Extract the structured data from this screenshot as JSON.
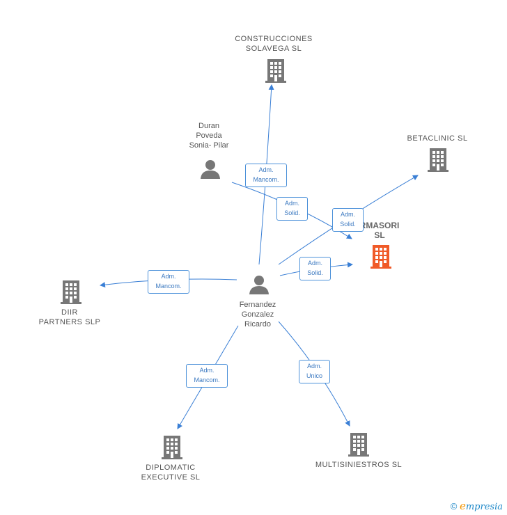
{
  "nodes": {
    "construcciones": "CONSTRUCCIONES\nSOLAVEGA  SL",
    "duran": "Duran\nPoveda\nSonia- Pilar",
    "betaclinic": "BETACLINIC SL",
    "armasori": "RMASORI\nSL",
    "fernandez": "Fernandez\nGonzalez\nRicardo",
    "diir": "DIIR\nPARTNERS  SLP",
    "diplomatic": "DIPLOMATIC\nEXECUTIVE SL",
    "multisiniestros": "MULTISINIESTROS SL"
  },
  "badges": {
    "b1": "Adm.\nMancom.",
    "b2": "Adm.\nSolid.",
    "b3": "Adm.\nSolid.",
    "b4": "Adm.\nSolid.",
    "b5": "Adm.\nMancom.",
    "b6": "Adm.\nMancom.",
    "b7": "Adm.\nUnico"
  },
  "footer": {
    "copyright": "©",
    "brand_e": "e",
    "brand_rest": "mpresia"
  },
  "colors": {
    "edge": "#3a7fd5",
    "building": "#777777",
    "building_main": "#f05a28",
    "person": "#777777"
  }
}
